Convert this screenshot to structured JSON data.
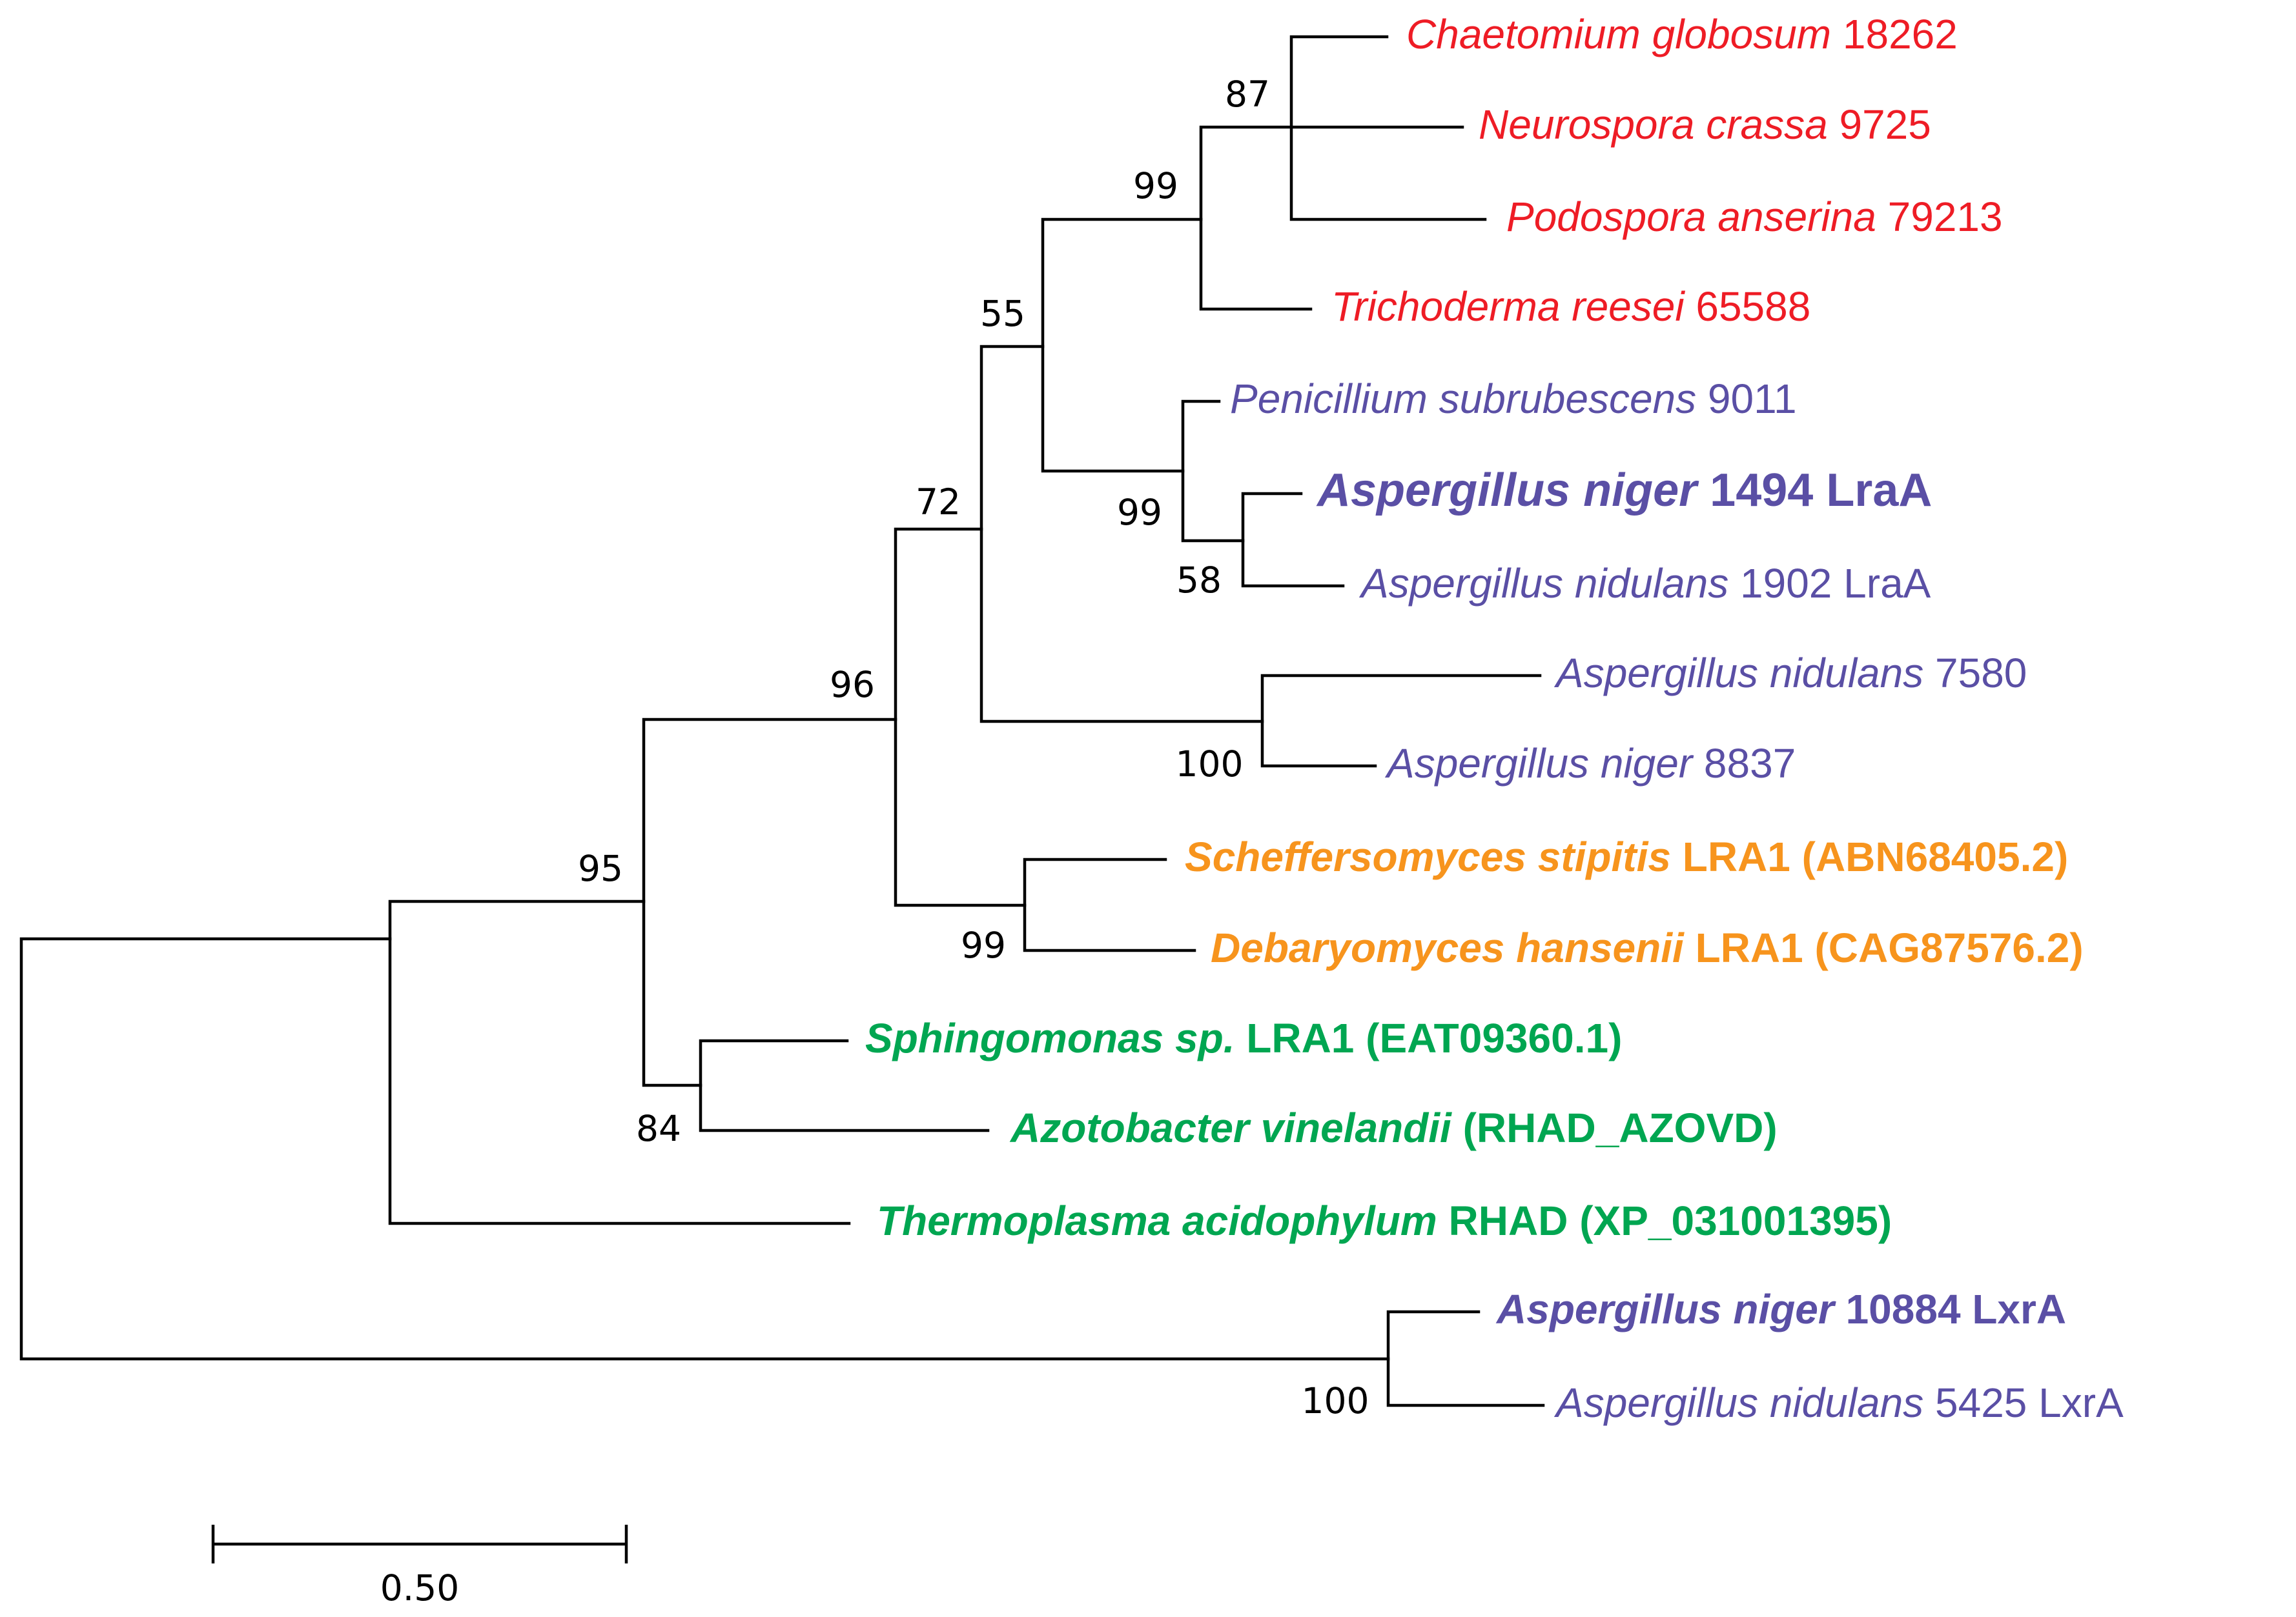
{
  "colors": {
    "sordariomycetes": "#ee1c25",
    "eurotiomycetes": "#5a4fa5",
    "saccharomycetes": "#f7941d",
    "prokaryotes": "#00a651",
    "branch": "#000000"
  },
  "leaves": [
    {
      "id": "chaetomium",
      "species": "Chaetomium globosum",
      "suffix": " 18262",
      "group": "sordariomycetes",
      "bold": false
    },
    {
      "id": "neurospora",
      "species": "Neurospora crassa",
      "suffix": " 9725",
      "group": "sordariomycetes",
      "bold": false
    },
    {
      "id": "podospora",
      "species": "Podospora anserina",
      "suffix": " 79213",
      "group": "sordariomycetes",
      "bold": false
    },
    {
      "id": "trichoderma",
      "species": "Trichoderma reesei",
      "suffix": " 65588",
      "group": "sordariomycetes",
      "bold": false
    },
    {
      "id": "penicillium",
      "species": "Penicillium subrubescens",
      "suffix": " 9011",
      "group": "eurotiomycetes",
      "bold": false
    },
    {
      "id": "aniger1494",
      "species": "Aspergillus niger",
      "suffix": " 1494 LraA",
      "group": "eurotiomycetes",
      "bold": true
    },
    {
      "id": "anid1902",
      "species": "Aspergillus nidulans",
      "suffix": " 1902 LraA",
      "group": "eurotiomycetes",
      "bold": false
    },
    {
      "id": "anid7580",
      "species": "Aspergillus nidulans",
      "suffix": " 7580",
      "group": "eurotiomycetes",
      "bold": false
    },
    {
      "id": "aniger8837",
      "species": "Aspergillus niger",
      "suffix": " 8837",
      "group": "eurotiomycetes",
      "bold": false
    },
    {
      "id": "scheffersomyces",
      "species": "Scheffersomyces stipitis",
      "suffix": " LRA1 (ABN68405.2)",
      "group": "saccharomycetes",
      "bold": true
    },
    {
      "id": "debaryomyces",
      "species": "Debaryomyces hansenii",
      "suffix": " LRA1 (CAG87576.2)",
      "group": "saccharomycetes",
      "bold": true
    },
    {
      "id": "sphingomonas",
      "species": "Sphingomonas sp.",
      "suffix": " LRA1 (EAT09360.1)",
      "group": "prokaryotes",
      "bold": true
    },
    {
      "id": "azotobacter",
      "species": "Azotobacter vinelandii",
      "suffix": " (RHAD_AZOVD)",
      "group": "prokaryotes",
      "bold": true
    },
    {
      "id": "thermoplasma",
      "species": "Thermoplasma acidophylum",
      "suffix": " RHAD (XP_031001395)",
      "group": "prokaryotes",
      "bold": true
    },
    {
      "id": "aniger10884",
      "species": "Aspergillus niger",
      "suffix": " 10884 LxrA",
      "group": "eurotiomycetes",
      "bold": true
    },
    {
      "id": "anid5425",
      "species": "Aspergillus nidulans",
      "suffix": " 5425 LxrA",
      "group": "eurotiomycetes",
      "bold": false
    }
  ],
  "bootstrap": [
    "87",
    "99",
    "55",
    "99",
    "58",
    "72",
    "100",
    "96",
    "99",
    "95",
    "84",
    "100"
  ],
  "scale_bar": {
    "label": "0.50"
  }
}
